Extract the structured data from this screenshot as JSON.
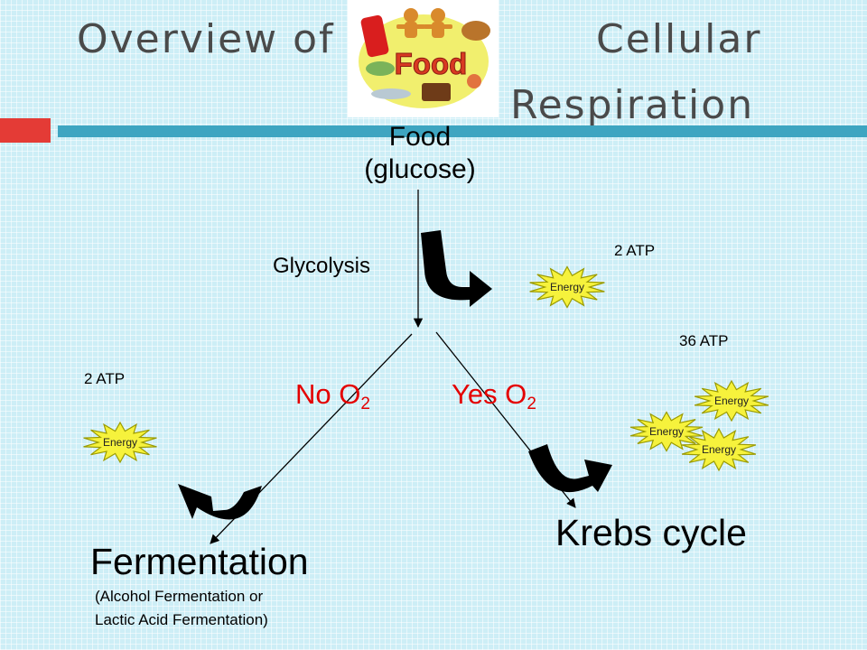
{
  "title": {
    "part1": "Overview of",
    "part2": "Cellular",
    "part3": "Respiration",
    "image_text": "Food"
  },
  "diagram": {
    "food": "Food",
    "food_sub": "(glucose)",
    "glycolysis": "Glycolysis",
    "glycolysis_atp": "2 ATP",
    "krebs_atp": "36 ATP",
    "fermentation_atp": "2 ATP",
    "energy": "Energy",
    "no_o2": "No O",
    "yes_o2": "Yes O",
    "o2_subscript": "2",
    "krebs": "Krebs cycle",
    "fermentation": "Fermentation",
    "fermentation_note_line1": "(Alcohol Fermentation or",
    "fermentation_note_line2": "Lactic Acid Fermentation)"
  },
  "colors": {
    "background": "#cdeef6",
    "title_text": "#4a4a4a",
    "accent_red": "#e43b36",
    "accent_blue": "#3ea5c1",
    "burst_fill": "#f6f23c",
    "oxygen_text": "#e40000"
  }
}
